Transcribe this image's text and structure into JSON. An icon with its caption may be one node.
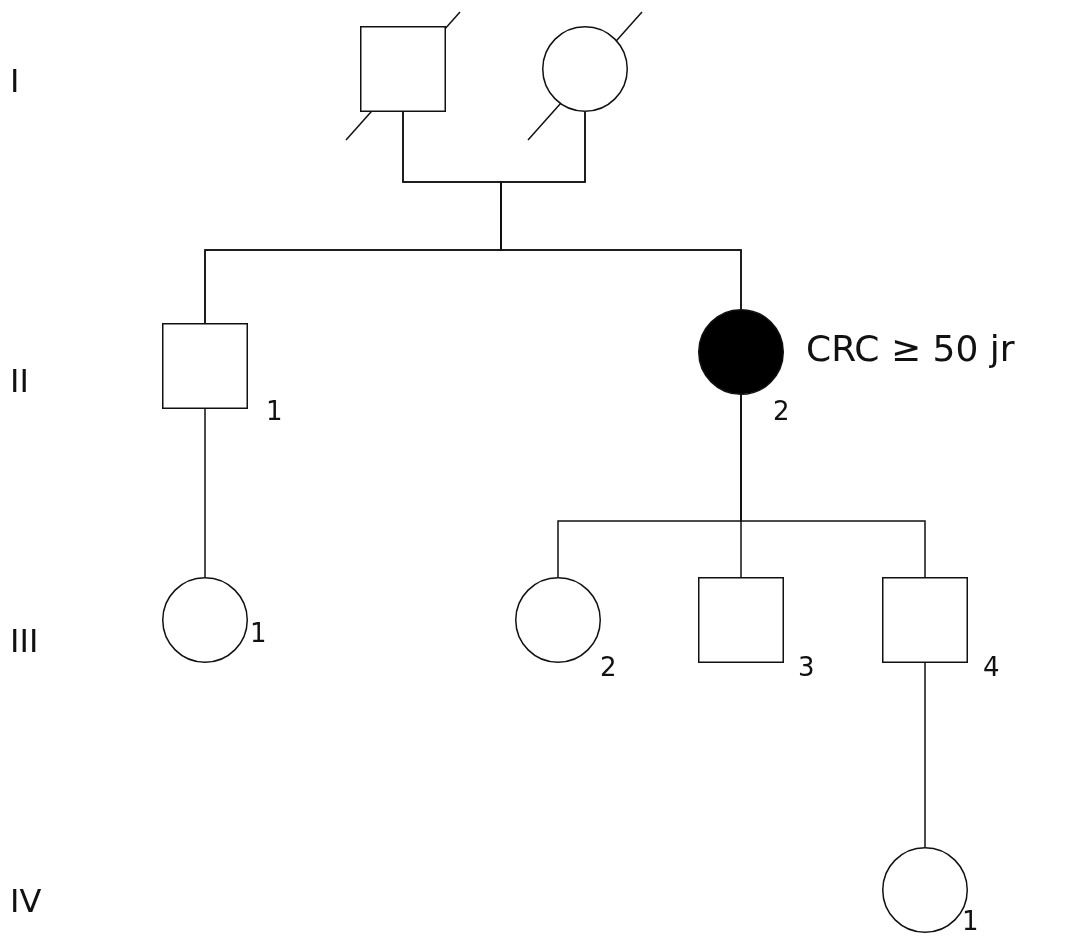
{
  "diagram": {
    "nodes": [
      {
        "text": [],
        "shape": "crossed-box"
      },
      {
        "text": [],
        "shape": "crossed-circle"
      },
      {
        "text": [],
        "shape": "box",
        "beside": [
          "1"
        ]
      },
      {
        "text": [],
        "shape": "filled-circle",
        "beside": [
          "CRC ≥ 50 jr",
          "2"
        ]
      },
      {
        "text": [],
        "shape": "circle",
        "beside": [
          "1"
        ]
      },
      {
        "text": [],
        "shape": "circle",
        "beside": [
          "2"
        ]
      },
      {
        "text": [],
        "shape": "box",
        "beside": [
          "3"
        ]
      },
      {
        "text": [],
        "shape": "box",
        "beside": [
          "4"
        ]
      },
      {
        "text": [],
        "shape": "circle",
        "beside": [
          "1"
        ]
      }
    ],
    "edges": [
      {
        "from": 0,
        "to": 2,
        "arrow": "none"
      },
      {
        "from": 0,
        "to": 3,
        "arrow": "none"
      },
      {
        "from": 1,
        "to": 2,
        "arrow": "none"
      },
      {
        "from": 1,
        "to": 3,
        "arrow": "none"
      },
      {
        "from": 2,
        "to": 4,
        "arrow": "none"
      },
      {
        "from": 3,
        "to": 5,
        "arrow": "none"
      },
      {
        "from": 3,
        "to": 6,
        "arrow": "none"
      },
      {
        "from": 3,
        "to": 7,
        "arrow": "none"
      },
      {
        "from": 7,
        "to": 8,
        "arrow": "none"
      }
    ],
    "labels": [
      "I",
      "II",
      "III",
      "IV"
    ]
  }
}
